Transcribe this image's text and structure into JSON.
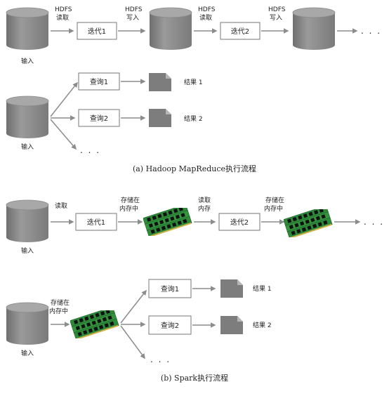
{
  "section_a": {
    "caption": "(a) Hadoop MapReduce执行流程",
    "top_row": {
      "input_label": "输入",
      "hdfs_read_1": [
        "HDFS",
        "读取"
      ],
      "iter1": "迭代1",
      "hdfs_write_1": [
        "HDFS",
        "写入"
      ],
      "hdfs_read_2": [
        "HDFS",
        "读取"
      ],
      "iter2": "迭代2",
      "hdfs_write_2": [
        "HDFS",
        "写入"
      ],
      "ellipsis": ". . ."
    },
    "bottom_row": {
      "input_label": "输入",
      "query1": "查询1",
      "result1": "结果 1",
      "query2": "查询2",
      "result2": "结果 2",
      "ellipsis": ". . ."
    }
  },
  "section_b": {
    "caption": "(b) Spark执行流程",
    "top_row": {
      "input_label": "输入",
      "read": "读取",
      "iter1": "迭代1",
      "store_in_memory_1": [
        "存储在",
        "内存中"
      ],
      "read_memory": [
        "读取",
        "内存"
      ],
      "iter2": "迭代2",
      "store_in_memory_2": [
        "存储在",
        "内存中"
      ],
      "ellipsis": ". . ."
    },
    "bottom_row": {
      "input_label": "输入",
      "store_in_memory": [
        "存储在",
        "内存中"
      ],
      "query1": "查询1",
      "result1": "结果 1",
      "query2": "查询2",
      "result2": "结果 2",
      "ellipsis": ". . ."
    }
  },
  "colors": {
    "disk": "#8a8a8a",
    "arrow": "#8c8c8c",
    "box_border": "#777777",
    "ram_green": "#2e8b3a"
  }
}
